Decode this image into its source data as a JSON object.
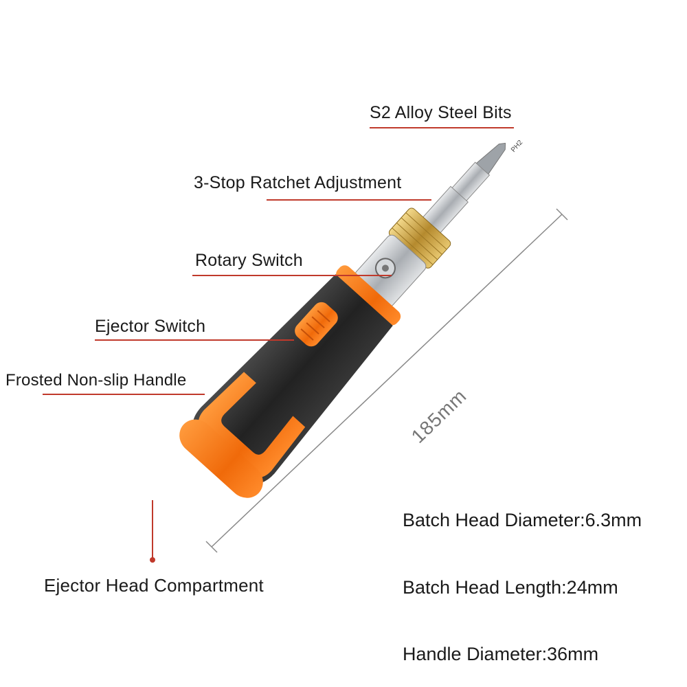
{
  "labels": {
    "bits": "S2 Alloy Steel Bits",
    "ratchet": "3-Stop Ratchet Adjustment",
    "rotary": "Rotary Switch",
    "ejector_switch": "Ejector Switch",
    "handle": "Frosted Non-slip Handle",
    "compartment": "Ejector Head Compartment"
  },
  "bit_marking": "PH2",
  "dimension": "185mm",
  "specs": {
    "head_diameter": "Batch Head Diameter:6.3mm",
    "head_length": "Batch Head Length:24mm",
    "handle_diameter": "Handle Diameter:36mm"
  },
  "colors": {
    "accent_orange": "#f47a16",
    "handle_black": "#2b2b2b",
    "brass": "#c9a44c",
    "steel": "#b9bcc0",
    "leader_red": "#c0392b"
  }
}
